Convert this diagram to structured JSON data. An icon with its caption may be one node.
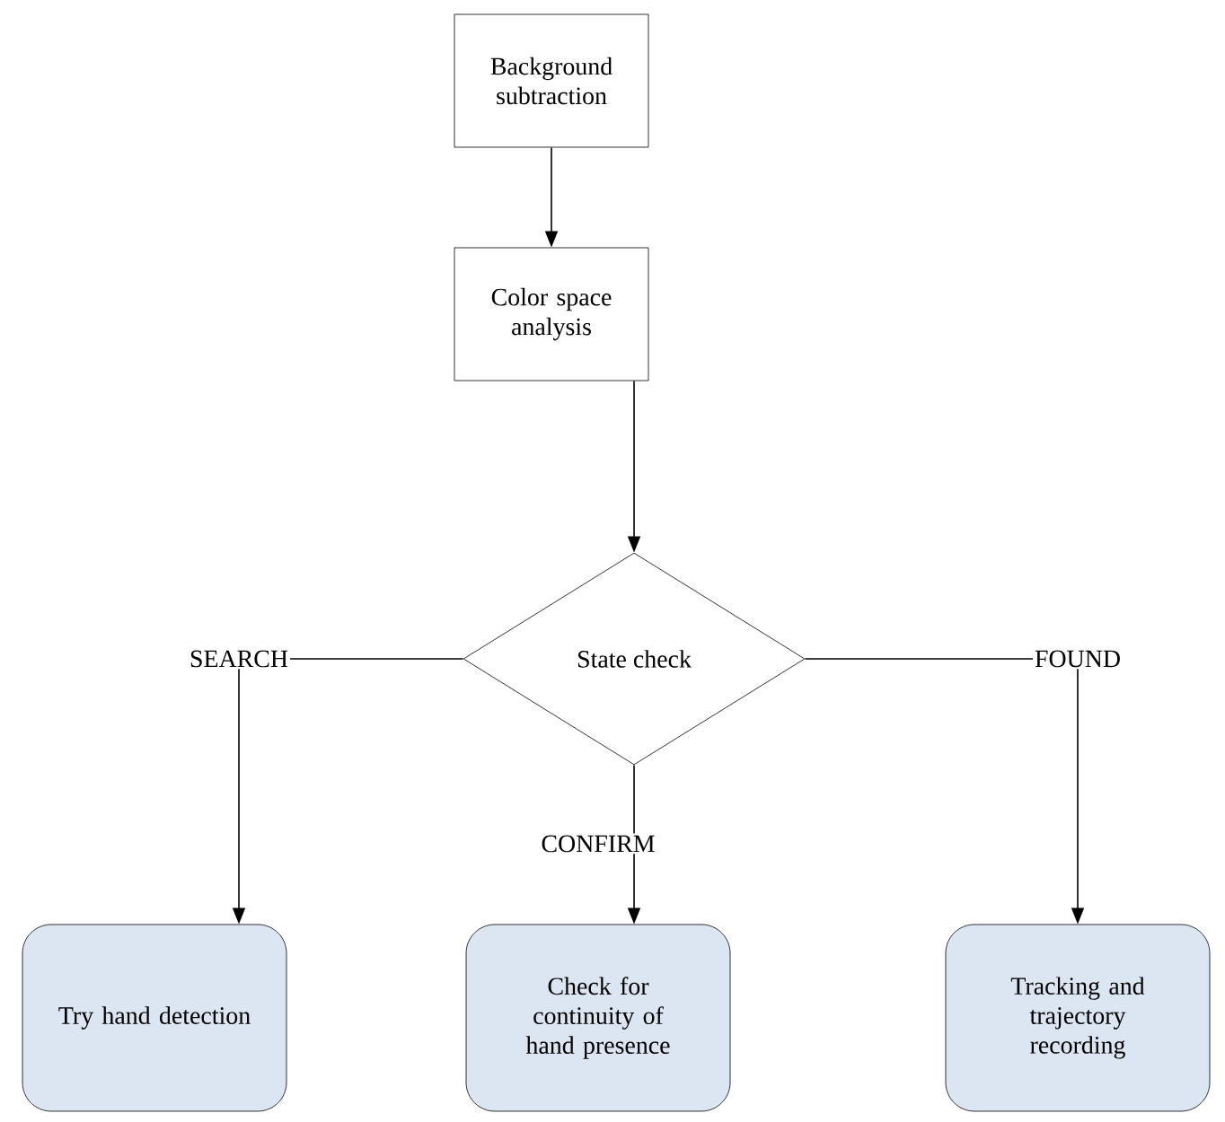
{
  "diagram": {
    "nodes": [
      {
        "text": [
          "Background subtraction"
        ]
      },
      {
        "text": [
          "Color space analysis"
        ]
      },
      {
        "text": [
          "State check"
        ]
      },
      {
        "text": [
          "Try hand detection"
        ]
      },
      {
        "text": [
          "Check for continuity of hand presence"
        ]
      },
      {
        "text": [
          "Tracking and trajectory recording"
        ]
      }
    ],
    "edges": [
      {
        "from": 0,
        "to": 1,
        "arrow": "to"
      },
      {
        "from": 1,
        "to": 2,
        "arrow": "to"
      },
      {
        "from": 2,
        "to": 3,
        "arrow": "to",
        "label": "SEARCH"
      },
      {
        "from": 2,
        "to": 4,
        "arrow": "to",
        "label": "CONFIRM"
      },
      {
        "from": 2,
        "to": 5,
        "arrow": "to",
        "label": "FOUND"
      }
    ]
  }
}
